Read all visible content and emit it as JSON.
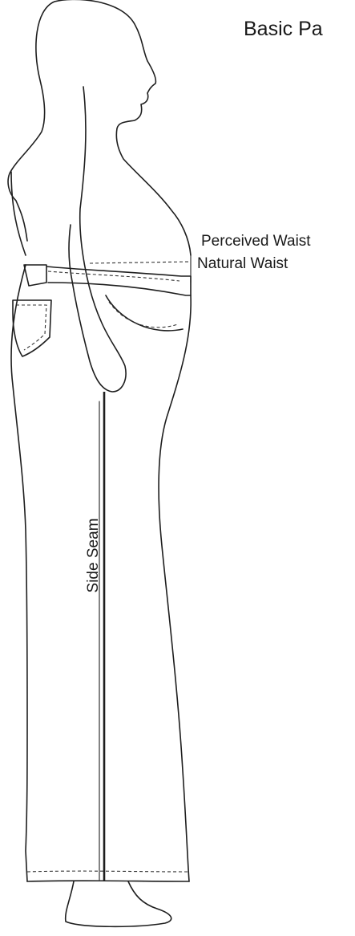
{
  "diagram": {
    "title": "Basic Pa",
    "labels": {
      "perceived_waist": "Perceived Waist",
      "natural_waist": "Natural Waist",
      "side_seam": "Side Seam"
    },
    "colors": {
      "ink": "#1e1e1e",
      "background": "#ffffff"
    }
  }
}
